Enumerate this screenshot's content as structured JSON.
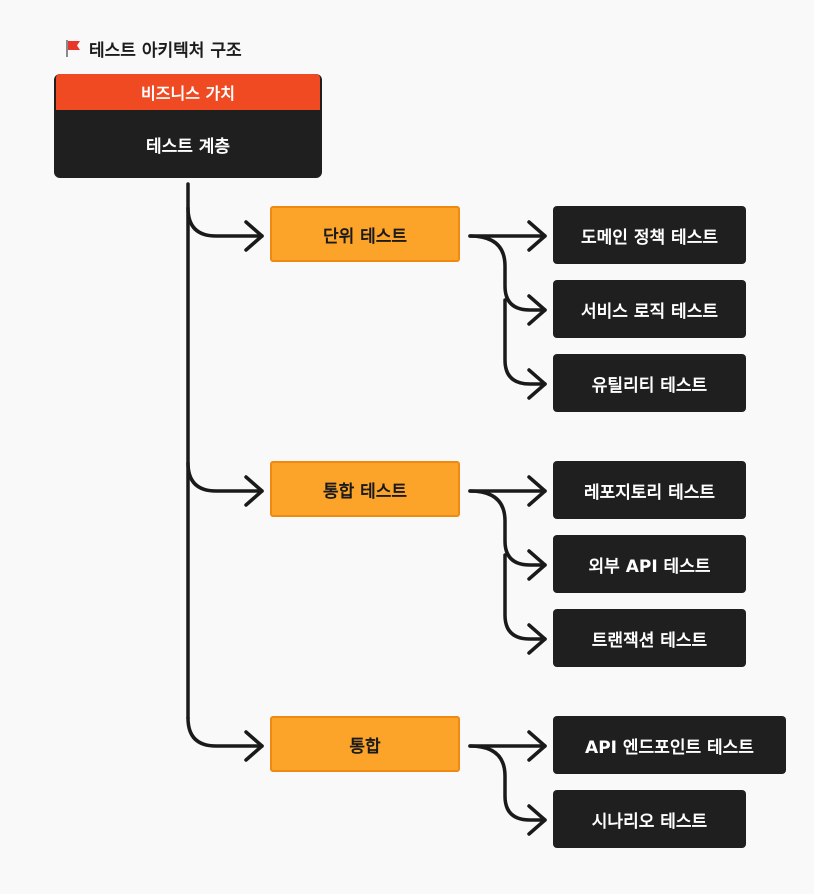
{
  "title": {
    "icon": "red-flag-icon",
    "text": "테스트 아키텍처 구조"
  },
  "root": {
    "header": "비즈니스 가치",
    "label": "테스트 계층"
  },
  "groups": [
    {
      "label": "단위 테스트",
      "children": [
        "도메인 정책 테스트",
        "서비스 로직 테스트",
        "유틸리티 테스트"
      ]
    },
    {
      "label": "통합 테스트",
      "children": [
        "레포지토리 테스트",
        "외부 API 테스트",
        "트랜잭션 테스트"
      ]
    },
    {
      "label": "통합",
      "children": [
        "API 엔드포인트 테스트",
        "시나리오 테스트"
      ]
    }
  ],
  "colors": {
    "background": "#f9f9f9",
    "header": "#f04a22",
    "dark_box": "#1f1f1f",
    "accent_box": "#fca42a",
    "accent_border": "#ee8a12",
    "connector": "#1a1a1a"
  }
}
